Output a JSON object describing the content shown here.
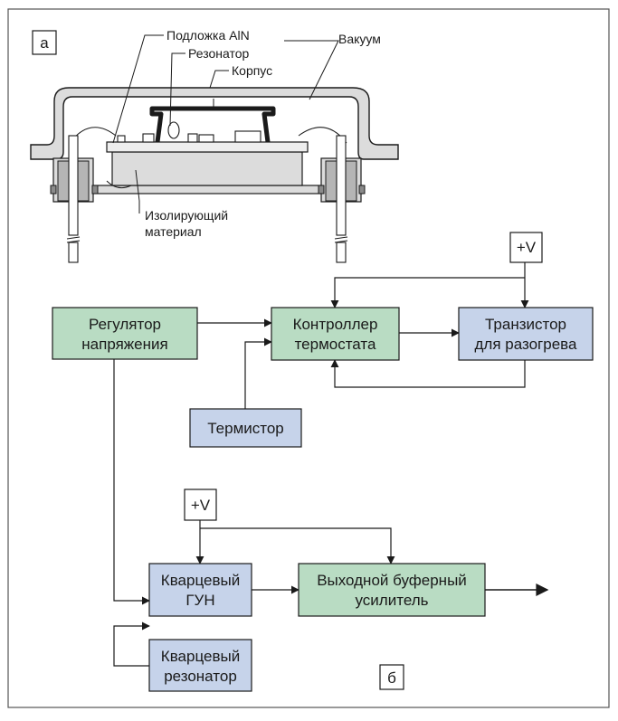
{
  "panel_a": {
    "tag": "а",
    "labels": {
      "substrate": "Подложка AlN",
      "resonator": "Резонатор",
      "vacuum": "Вакуум",
      "housing": "Корпус",
      "insulator_line1": "Изолирующий",
      "insulator_line2": "материал"
    }
  },
  "panel_b": {
    "tag": "б",
    "supply_top": "+V",
    "supply_bottom": "+V",
    "blocks": {
      "regulator": [
        "Регулятор",
        "напряжения"
      ],
      "controller": [
        "Контроллер",
        "термостата"
      ],
      "transistor": [
        "Транзистор",
        "для разогрева"
      ],
      "thermistor": [
        "Термистор"
      ],
      "vco": [
        "Кварцевый",
        "ГУН"
      ],
      "buffer": [
        "Выходной буферный",
        "усилитель"
      ],
      "crystal": [
        "Кварцевый",
        "резонатор"
      ]
    }
  },
  "colors": {
    "green_block": "#b9dcc3",
    "blue_block": "#c6d3ea",
    "device_fill": "#dcdcdc",
    "line": "#1a1a1a"
  }
}
